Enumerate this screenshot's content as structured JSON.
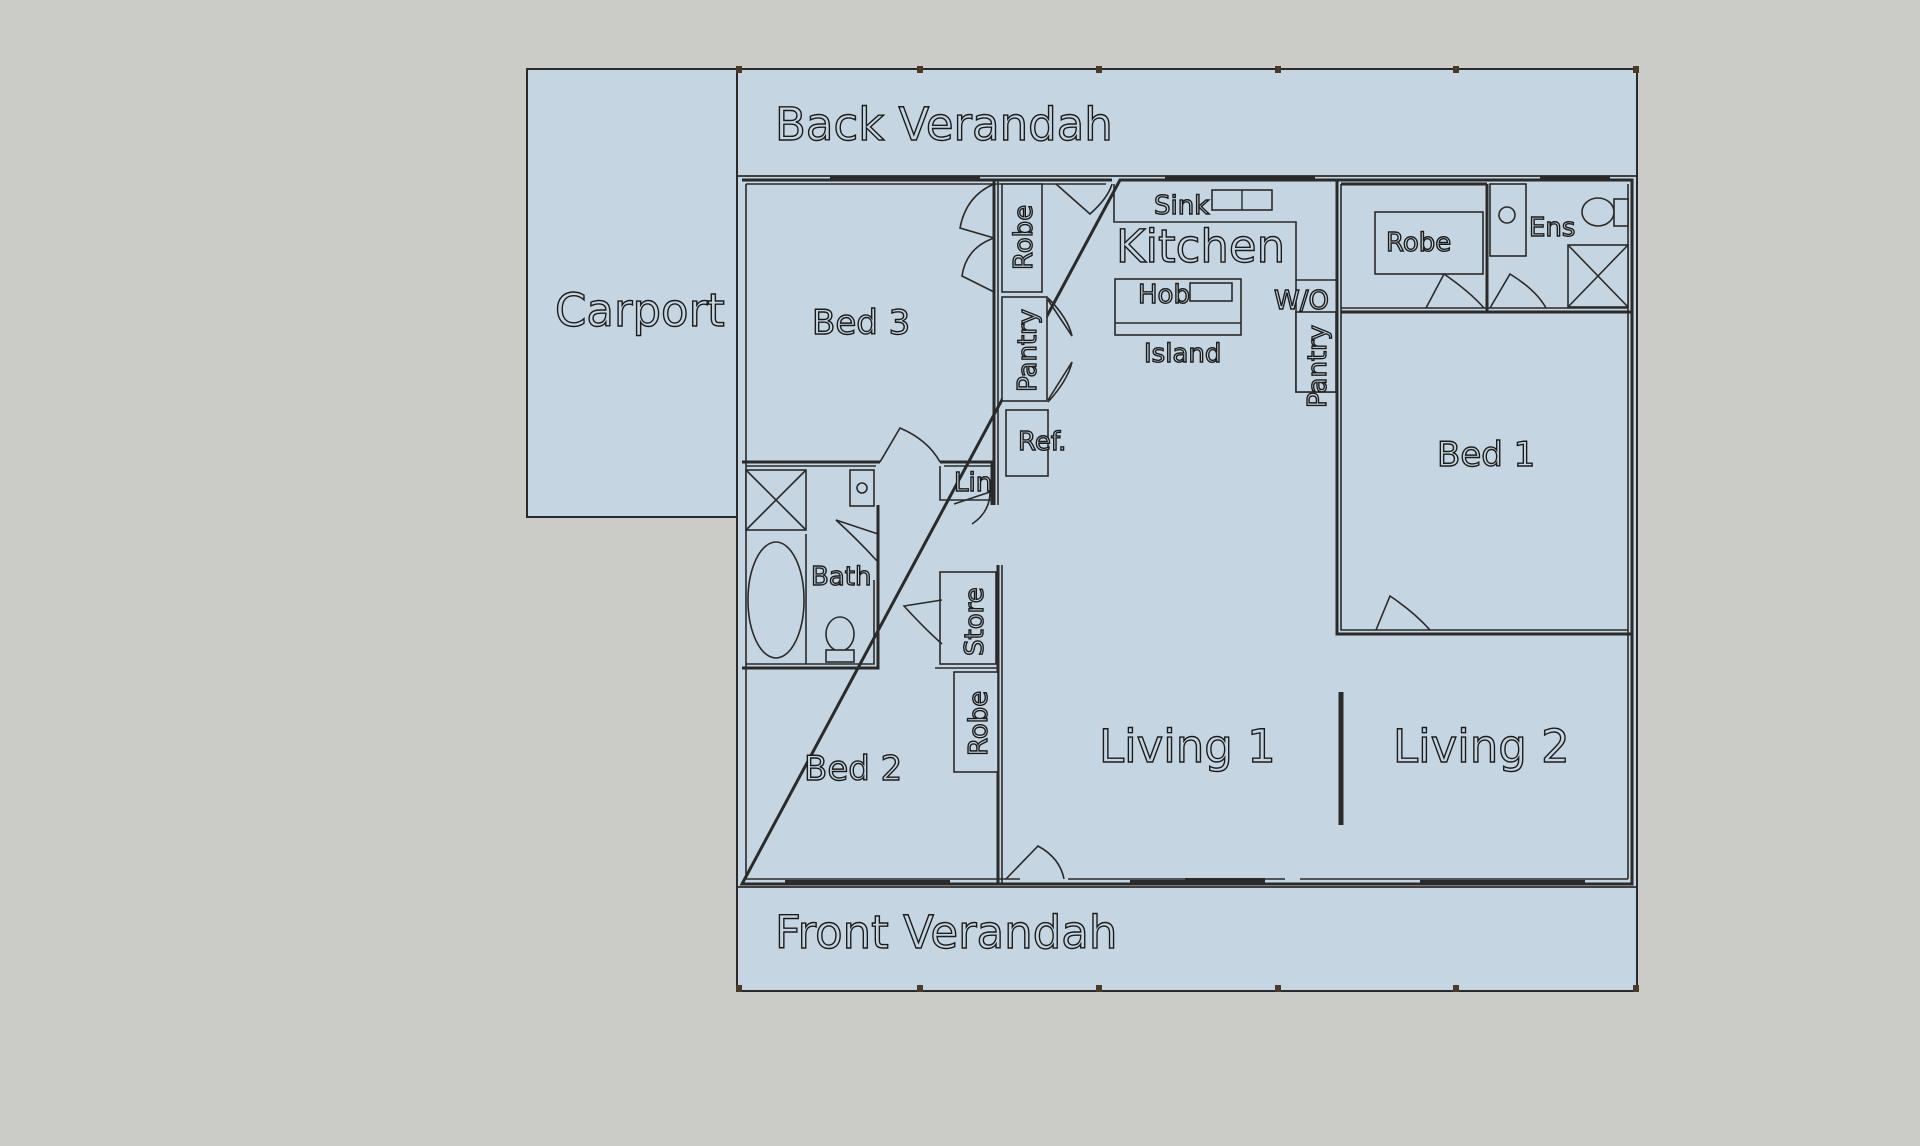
{
  "colors": {
    "background": "#cbccc8",
    "floor": "#c5d6e2",
    "walls": "#2a2a2a"
  },
  "rooms": {
    "back_verandah": "Back Verandah",
    "front_verandah": "Front Verandah",
    "carport": "Carport",
    "bed_3": "Bed 3",
    "bed_2": "Bed 2",
    "bed_1": "Bed 1",
    "bath": "Bath",
    "kitchen": "Kitchen",
    "living_1": "Living 1",
    "living_2": "Living 2",
    "ensuite": "Ens"
  },
  "fixtures": {
    "robe_bed3": "Robe",
    "robe_bed2": "Robe",
    "robe_bed1": "Robe",
    "pantry_left": "Pantry",
    "pantry_right": "Pantry",
    "refrigerator": "Ref.",
    "linen": "Lin",
    "store": "Store",
    "sink": "Sink",
    "hob": "Hob",
    "island": "Island",
    "walk_in": "W/O"
  }
}
